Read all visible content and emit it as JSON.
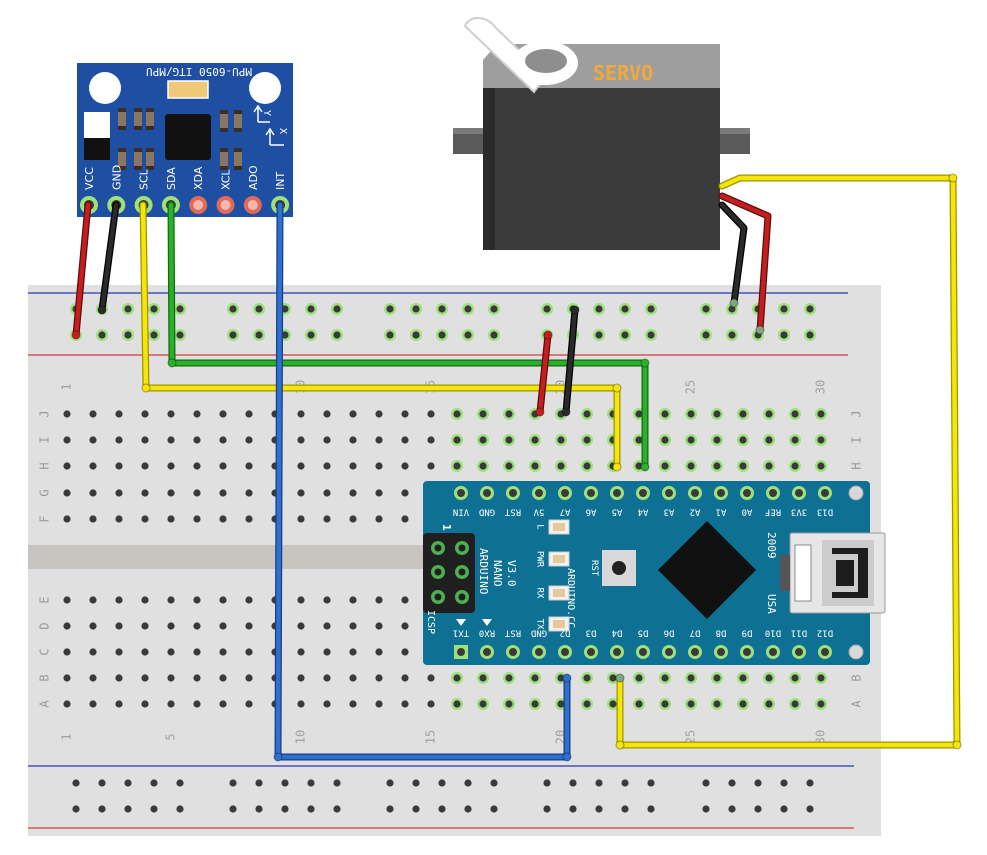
{
  "servo": {
    "label": "SERVO",
    "colors": {
      "body": "#3a3a3a",
      "top": "#9a9a9a",
      "label": "#f2a93b"
    }
  },
  "mpu": {
    "title": "MPU-6050 ITG/MPU",
    "pins": [
      "VCC",
      "GND",
      "SCL",
      "SDA",
      "XDA",
      "XCL",
      "ADO",
      "INT"
    ],
    "axis_labels": {
      "y": "Y",
      "x": "X"
    },
    "color": "#1e4fa3"
  },
  "nano": {
    "board_text": [
      "ARDUINO",
      "NANO",
      "V3.0"
    ],
    "site": "ARDUINO.CC",
    "year": "2009",
    "usb": "USA",
    "top_pins": [
      "VIN",
      "GND",
      "RST",
      "5V",
      "A7",
      "A6",
      "A5",
      "A4",
      "A3",
      "A2",
      "A1",
      "A0",
      "REF",
      "3V3",
      "D13"
    ],
    "bottom_pins": [
      "TX1",
      "RX0",
      "RST",
      "GND",
      "D2",
      "D3",
      "D4",
      "D5",
      "D6",
      "D7",
      "D8",
      "D9",
      "D10",
      "D11",
      "D12"
    ],
    "leds": [
      "L",
      "PWR",
      "RX",
      "TX"
    ],
    "rst_label": "RST",
    "icsp_label": "ICSP",
    "icsp_one": "1",
    "color": "#0e7193"
  },
  "breadboard": {
    "row_letters_top": [
      "J",
      "I",
      "H",
      "G",
      "F"
    ],
    "row_letters_bottom": [
      "E",
      "D",
      "C",
      "B",
      "A"
    ],
    "column_numbers": [
      "1",
      "5",
      "10",
      "15",
      "20",
      "25",
      "30"
    ]
  },
  "wires": [
    {
      "name": "VCC",
      "color": "#c41e1e"
    },
    {
      "name": "GND",
      "color": "#222222"
    },
    {
      "name": "SCL",
      "color": "#f5e50a"
    },
    {
      "name": "SDA",
      "color": "#2bb02b"
    },
    {
      "name": "INT",
      "color": "#2f6fd0"
    },
    {
      "name": "servo-signal",
      "color": "#f5e50a"
    }
  ]
}
